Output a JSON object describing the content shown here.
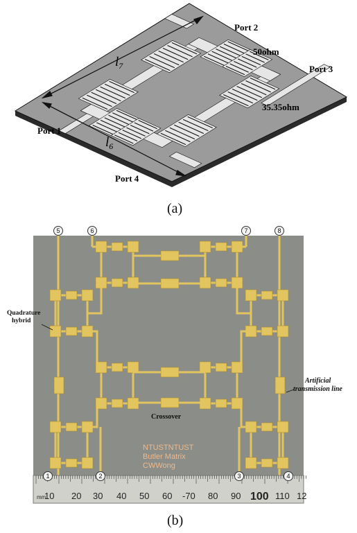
{
  "figure_a": {
    "caption": "(a)",
    "labels": {
      "port1": "Port 1",
      "port2": "Port 2",
      "port3": "Port 3",
      "port4": "Port 4",
      "z50": "50ohm",
      "z35": "35.35ohm",
      "l7": "l",
      "l7_sub": "7",
      "l6": "l",
      "l6_sub": "6"
    },
    "colors": {
      "board_top": "#9a9a9a",
      "board_side": "#2a2a2a",
      "metal": "#e6e6e6",
      "outline": "#111111"
    }
  },
  "figure_b": {
    "caption": "(b)",
    "port_numbers": [
      "5",
      "6",
      "7",
      "8",
      "1",
      "2",
      "3",
      "4"
    ],
    "annotations": {
      "quad_line1": "Quadrature",
      "quad_line2": "hybrid",
      "atl_line1": "Artificial",
      "atl_line2": "transmission line",
      "crossover": "Crossover"
    },
    "board_text": [
      "NTUSTNTUST",
      "Butler Matrix",
      "CWWong"
    ],
    "ruler": {
      "unit": "mm",
      "labels": [
        "10",
        "20",
        "30",
        "40",
        "50",
        "60",
        "-70",
        "80",
        "90",
        "100",
        "110",
        "12"
      ]
    },
    "colors": {
      "substrate": "#8b8d88",
      "gold": "#e2c55f",
      "gold_dark": "#a98a2c",
      "ruler": "#cfcfcb",
      "board_text": "#f1b88a"
    }
  }
}
